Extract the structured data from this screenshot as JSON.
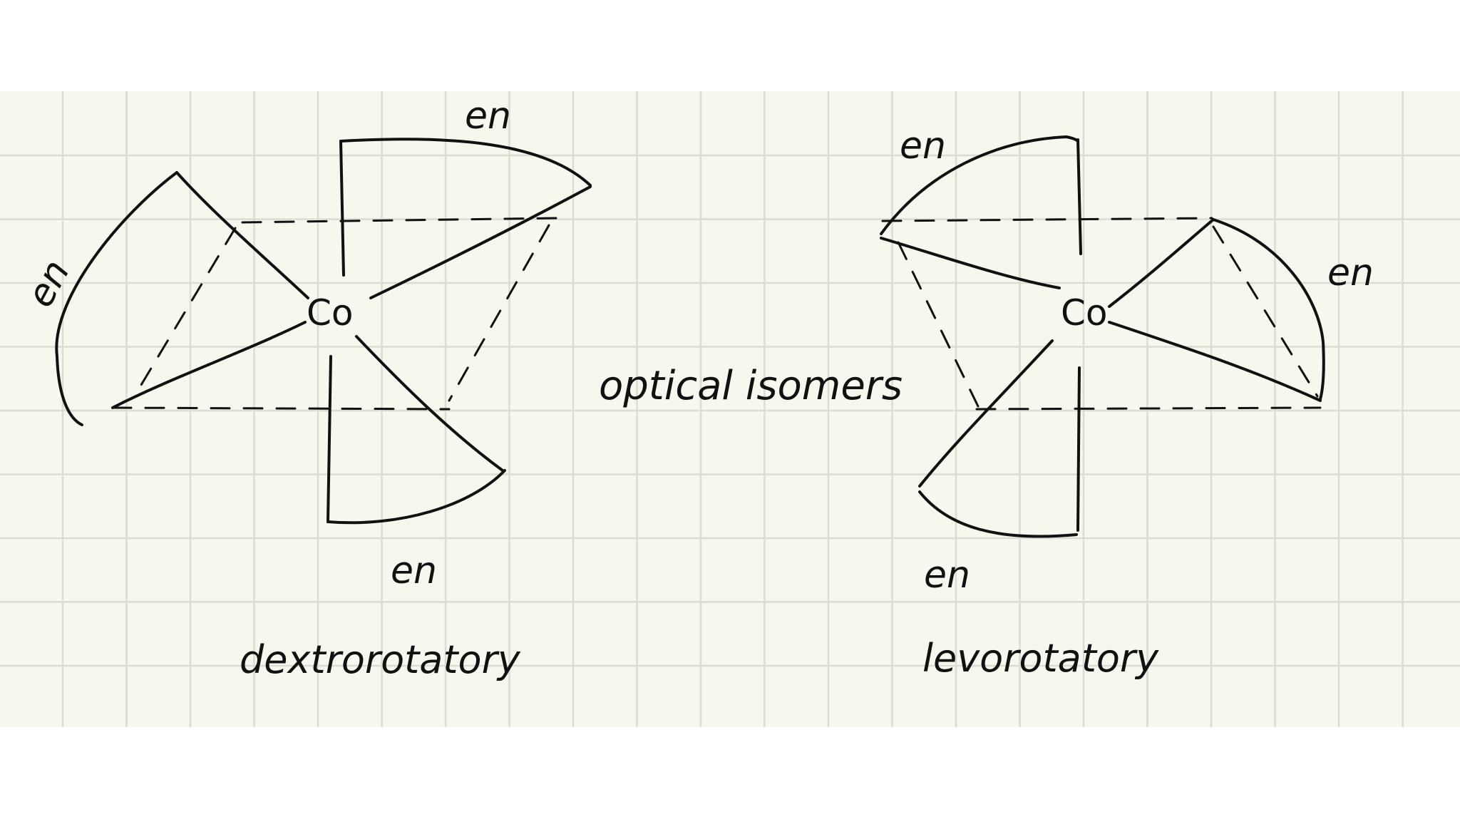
{
  "diagram": {
    "center_label": "optical isomers",
    "left_isomer": {
      "metal": "Co",
      "ligands": [
        "en",
        "en",
        "en"
      ],
      "caption": "dextrorotatory"
    },
    "right_isomer": {
      "metal": "Co",
      "ligands": [
        "en",
        "en",
        "en"
      ],
      "caption": "levorotatory"
    }
  },
  "colors": {
    "paper": "#f7f7ee",
    "grid": "#dcdcd2",
    "ink": "#111111"
  }
}
